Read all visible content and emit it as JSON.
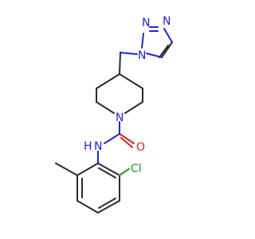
{
  "atoms": {
    "triazole_n3": "N",
    "triazole_n2": "N",
    "triazole_n1": "N",
    "piperidine_n": "N",
    "carbonyl_o": "O",
    "amide_n": "N",
    "amide_h": "H",
    "chlorine": "Cl"
  },
  "colors": {
    "carbon": "#2b2b2b",
    "nitrogen": "#2323d6",
    "oxygen": "#e02020",
    "chlorine": "#20a020"
  }
}
